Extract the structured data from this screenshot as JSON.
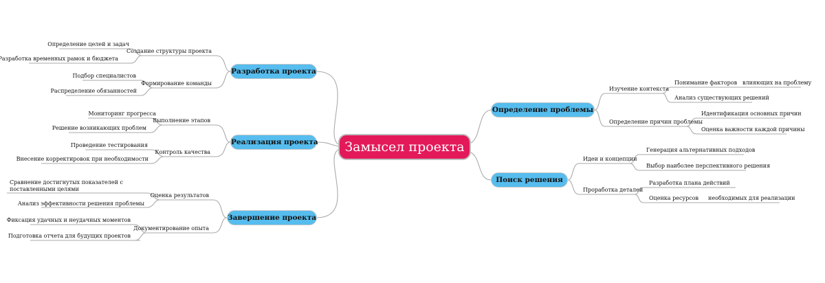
{
  "root": "Замысел проекта",
  "branches": {
    "definition": {
      "label": "Определение проблемы",
      "context": {
        "label": "Изучение контекста",
        "factors_a": "Понимание факторов",
        "factors_b": "влияющих на проблему",
        "analysis": "Анализ существующих решений"
      },
      "causes": {
        "label": "Определение причин проблемы",
        "identify": "Идентификация основных причин",
        "assess": "Оценка важности каждой причины"
      }
    },
    "search": {
      "label": "Поиск решения",
      "ideas": {
        "label": "Идеи и концепции",
        "generate": "Генерация альтернативных подходов",
        "choose": "Выбор наиболее перспективного решения"
      },
      "details": {
        "label": "Проработка деталей",
        "plan": "Разработка плана действий",
        "resources_a": "Оценка ресурсов",
        "resources_b": "необходимых для реализации"
      }
    },
    "development": {
      "label": "Разработка проекта",
      "structure": {
        "label": "Создание структуры проекта",
        "goals": "Определение целей и задач",
        "timeline": "Разработка временных рамок и бюджета"
      },
      "team": {
        "label": "Формирование команды",
        "select": "Подбор специалистов",
        "assign": "Распределение обязанностей"
      }
    },
    "implementation": {
      "label": "Реализация проекта",
      "stages": {
        "label": "Выполнение этапов",
        "monitor": "Мониторинг прогресса",
        "solve": "Решение возникающих проблем"
      },
      "quality": {
        "label": "Контроль качества",
        "test": "Проведение тестирования",
        "adjust": "Внесение корректировок при необходимости"
      }
    },
    "completion": {
      "label": "Завершение проекта",
      "evaluation": {
        "label": "Оценка результатов",
        "compare": "Сравнение достигнутых показателей с поставленными целями",
        "efficiency": "Анализ эффективности решения проблемы"
      },
      "documentation": {
        "label": "Документирование опыта",
        "record": "Фиксация удачных и неудачных моментов",
        "report": "Подготовка отчета для будущих проектов"
      }
    }
  },
  "colors": {
    "root": "#e3195a",
    "main": "#56bdee",
    "line": "#aaaaaa"
  }
}
